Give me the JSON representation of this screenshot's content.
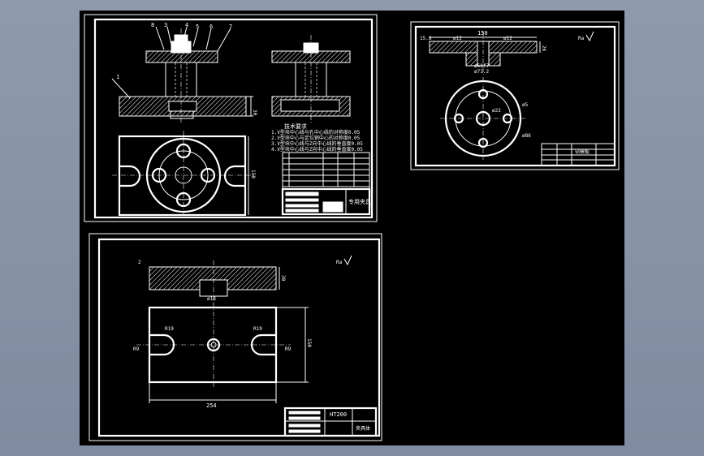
{
  "sheet1": {
    "part_numbers": [
      "8",
      "3",
      "4",
      "5",
      "6",
      "7"
    ],
    "callout_1": "1",
    "dim_height": "30",
    "dim_width": "150",
    "tech_title": "技术要求",
    "tech_notes": [
      "1.V型块中心线与孔中心线的对称度0.05",
      "2.V型块中心与定位销中心的对称度0.05",
      "3.V型块中心线与Z向中心线的垂直度0.05",
      "4.V型块中心线与Z向中心线的垂直度0.05"
    ],
    "title_block": "专用夹具"
  },
  "sheet2": {
    "dims_top": [
      "15.8",
      "150",
      "ø12",
      "ø12"
    ],
    "dim_side": "26",
    "dims_bore": [
      "ø60f7",
      "ø71.2"
    ],
    "dims_plan": [
      "ø5",
      "ø22",
      "ø86"
    ],
    "roughness": "Ra",
    "title_block": "钻模板"
  },
  "sheet3": {
    "mark_2": "2",
    "dim_thickness": "30",
    "dim_bore": "ø18",
    "dims_slot": [
      "R19",
      "R19",
      "R9",
      "R9"
    ],
    "dim_height": "150",
    "dim_length": "254",
    "roughness": "Ra",
    "title_code": "HT200",
    "title_block": "夹具体"
  }
}
